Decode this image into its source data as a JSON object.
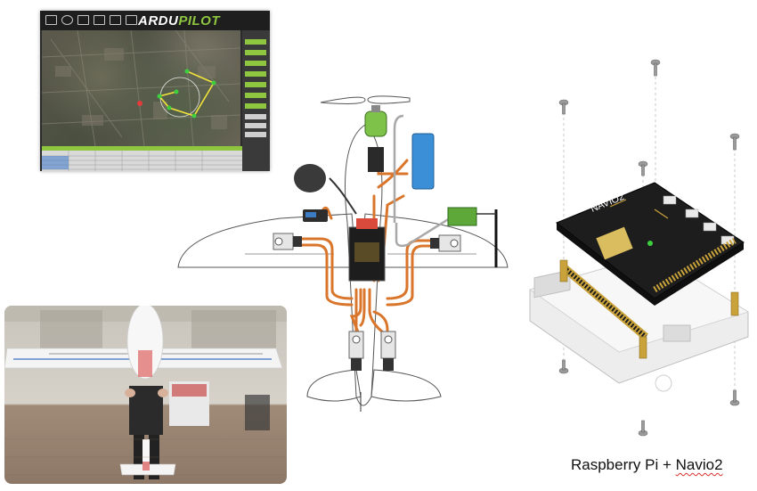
{
  "mission_planner": {
    "logo_text_a": "ARDU",
    "logo_text_b": "PILOT"
  },
  "board": {
    "label": "NAVIO2"
  },
  "caption": {
    "text_a": "Raspberry Pi",
    "text_b": " + ",
    "text_c": "Navio2"
  },
  "colors": {
    "wire_orange": "#d9762b",
    "board_black": "#1d1d1d",
    "ardupilot_green": "#8ec63f",
    "pi_white": "#ededed",
    "header_gold": "#c9a23a"
  }
}
